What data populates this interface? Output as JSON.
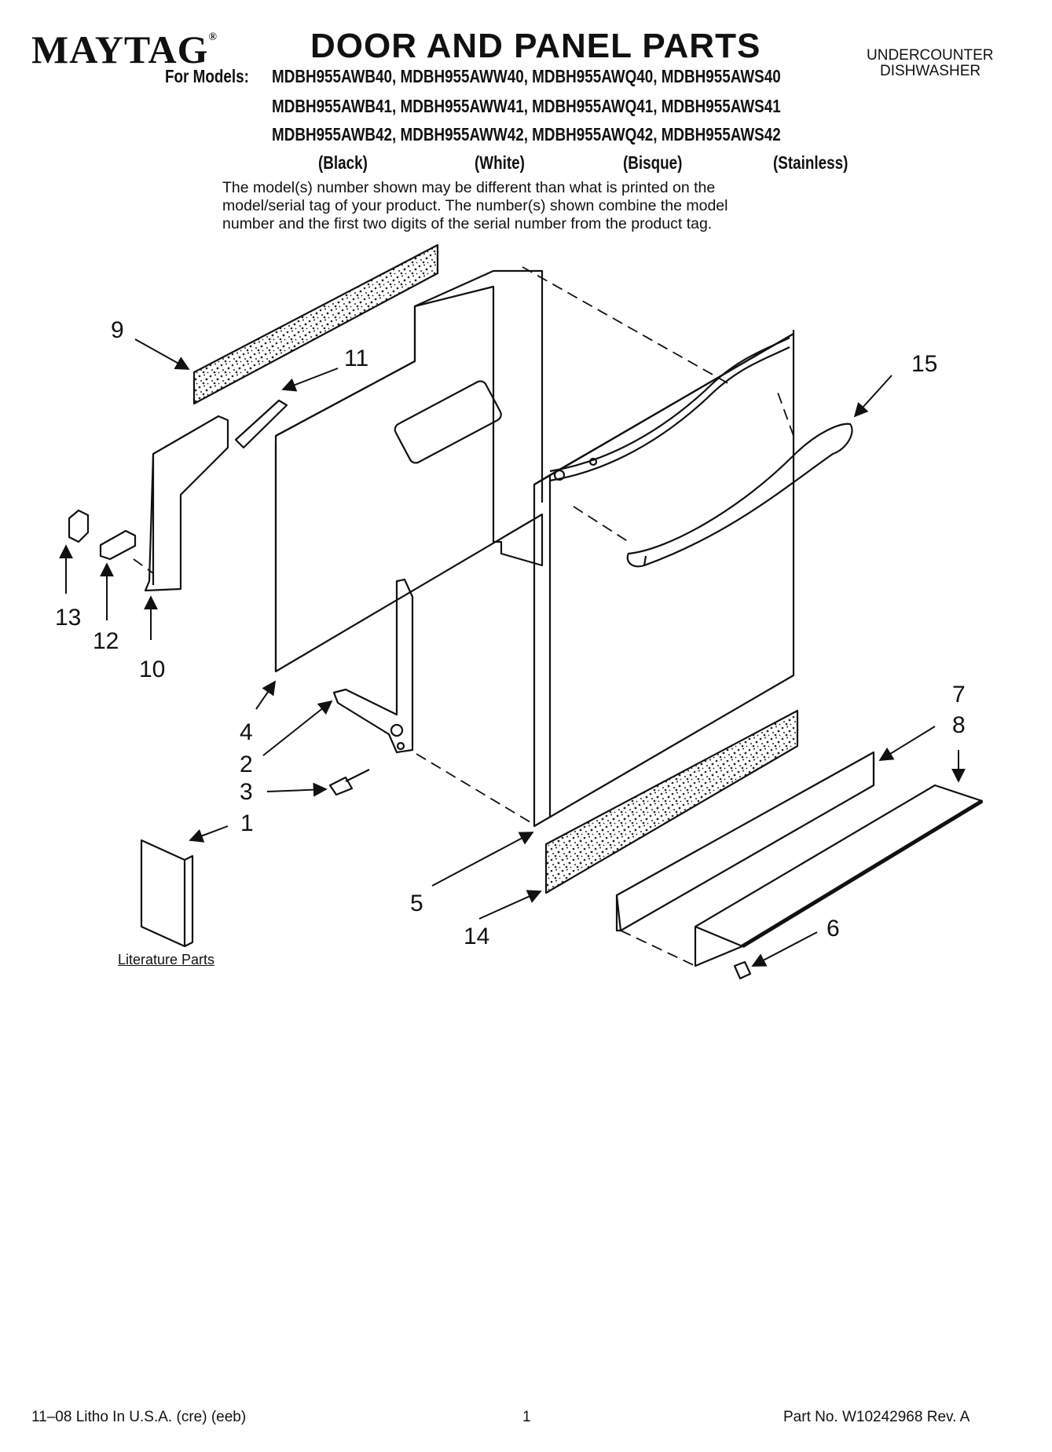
{
  "header": {
    "brand": "MAYTAG",
    "brand_mark": "®",
    "title": "DOOR AND PANEL PARTS",
    "product_line1": "UNDERCOUNTER",
    "product_line2": "DISHWASHER",
    "models_label": "For Models:",
    "model_rows": [
      "MDBH955AWB40, MDBH955AWW40, MDBH955AWQ40, MDBH955AWS40",
      "MDBH955AWB41, MDBH955AWW41, MDBH955AWQ41, MDBH955AWS41",
      "MDBH955AWB42, MDBH955AWW42, MDBH955AWQ42, MDBH955AWS42"
    ],
    "colors": [
      "(Black)",
      "(White)",
      "(Bisque)",
      "(Stainless)"
    ],
    "note_lines": [
      "The model(s) number shown may be different than what is printed on the",
      "model/serial tag of your product. The number(s) shown combine the model",
      "number and the first two digits of the serial number from the product tag."
    ]
  },
  "callouts": {
    "c1": "1",
    "c2": "2",
    "c3": "3",
    "c4": "4",
    "c5": "5",
    "c6": "6",
    "c7": "7",
    "c8": "8",
    "c9": "9",
    "c10": "10",
    "c11": "11",
    "c12": "12",
    "c13": "13",
    "c14": "14",
    "c15": "15"
  },
  "literature_label": "Literature Parts",
  "footer": {
    "left": "11–08 Litho In U.S.A. (cre) (eeb)",
    "center": "1",
    "right": "Part No. W10242968 Rev. A"
  }
}
